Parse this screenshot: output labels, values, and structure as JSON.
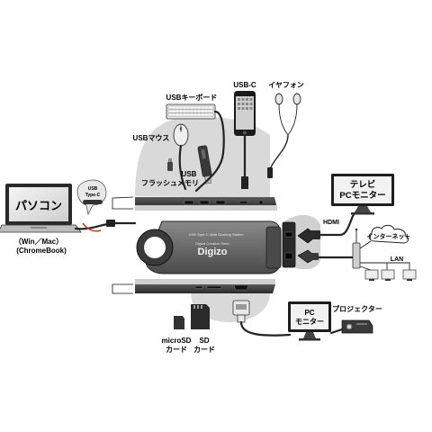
{
  "labels": {
    "usb_keyboard": "USBキーボード",
    "usb_c": "USB-C",
    "earphone": "イヤフォン",
    "usb_mouse": "USBマウス",
    "usb_flash_line1": "USB",
    "usb_flash_line2": "フラッシュメモリ",
    "tv_pc_monitor_line1": "テレビ",
    "tv_pc_monitor_line2": "PCモニター",
    "pc_screen": "パソコン",
    "usb_type_c_line1": "USB",
    "usb_type_c_line2": "Type-C",
    "pc_os_line1": "（Win／Mac）",
    "pc_os_line2": "(ChromeBook)",
    "hdmi": "HDMI",
    "internet": "インターネット",
    "lan": "LAN",
    "hub_model": "USB Type-C Multi Docking Station",
    "hub_brand_small": "Digital Creative Seen",
    "hub_brand": "Digizo",
    "pc_monitor_line1": "PC",
    "pc_monitor_line2": "モニター",
    "projector": "プロジェクター",
    "microsd_line1": "microSD",
    "microsd_line2": "カード",
    "sd_line1": "SD",
    "sd_line2": "カード"
  },
  "colors": {
    "hub_body": "#6e6e6e",
    "hub_dark": "#3a3a3a",
    "device_gray": "#bdbdbd",
    "callout_gray": "#d7d7d7",
    "accent_red": "#c0392b"
  }
}
